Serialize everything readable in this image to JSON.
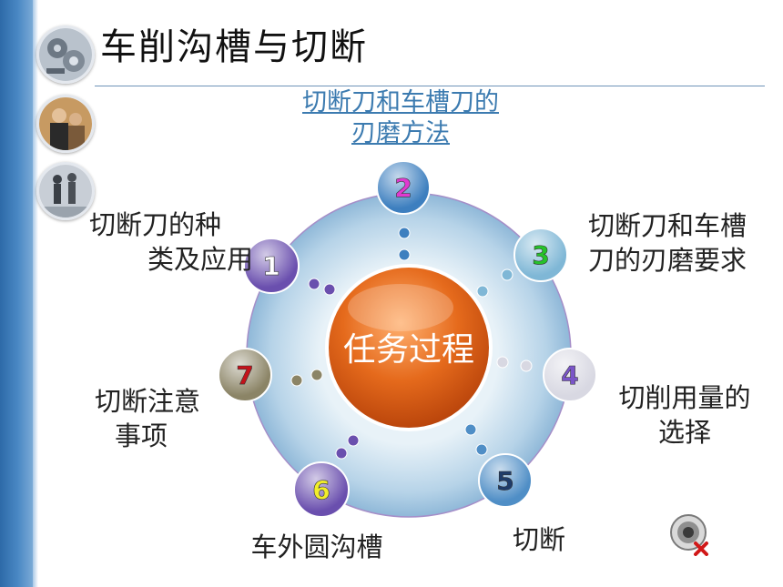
{
  "slide": {
    "title": "车削沟槽与切断"
  },
  "subtitle_link": {
    "line1": "切断刀和车槽刀的",
    "line2": "刃磨方法"
  },
  "center": {
    "label": "任务过程"
  },
  "nodes": [
    {
      "number": "1",
      "label_line1": "切断刀的种",
      "label_line2": "类及应用",
      "color": "#6a4fae",
      "number_color": "#ffffff"
    },
    {
      "number": "2",
      "color": "#3d7fbf",
      "number_color": "#e03ad0"
    },
    {
      "number": "3",
      "label_line1": "切断刀和车槽",
      "label_line2": "刀的刃磨要求",
      "color": "#7fb7d6",
      "number_color": "#26c22a"
    },
    {
      "number": "4",
      "label_line1": "切削用量的",
      "label_line2": "选择",
      "color": "#d8d8e2",
      "number_color": "#7a55c8"
    },
    {
      "number": "5",
      "label_line1": "切断",
      "color": "#4f8ec6",
      "number_color": "#1f3c6a"
    },
    {
      "number": "6",
      "label_line1": "车外圆沟槽",
      "color": "#6a4fae",
      "number_color": "#f2ee2a"
    },
    {
      "number": "7",
      "label_line1": "切断注意",
      "label_line2": "事项",
      "color": "#8b8466",
      "number_color": "#c4121a"
    }
  ],
  "icons": {
    "photo1": "gears-icon",
    "photo2": "meeting-people-icon",
    "photo3": "walking-people-icon",
    "nav": "speaker-close-icon"
  }
}
